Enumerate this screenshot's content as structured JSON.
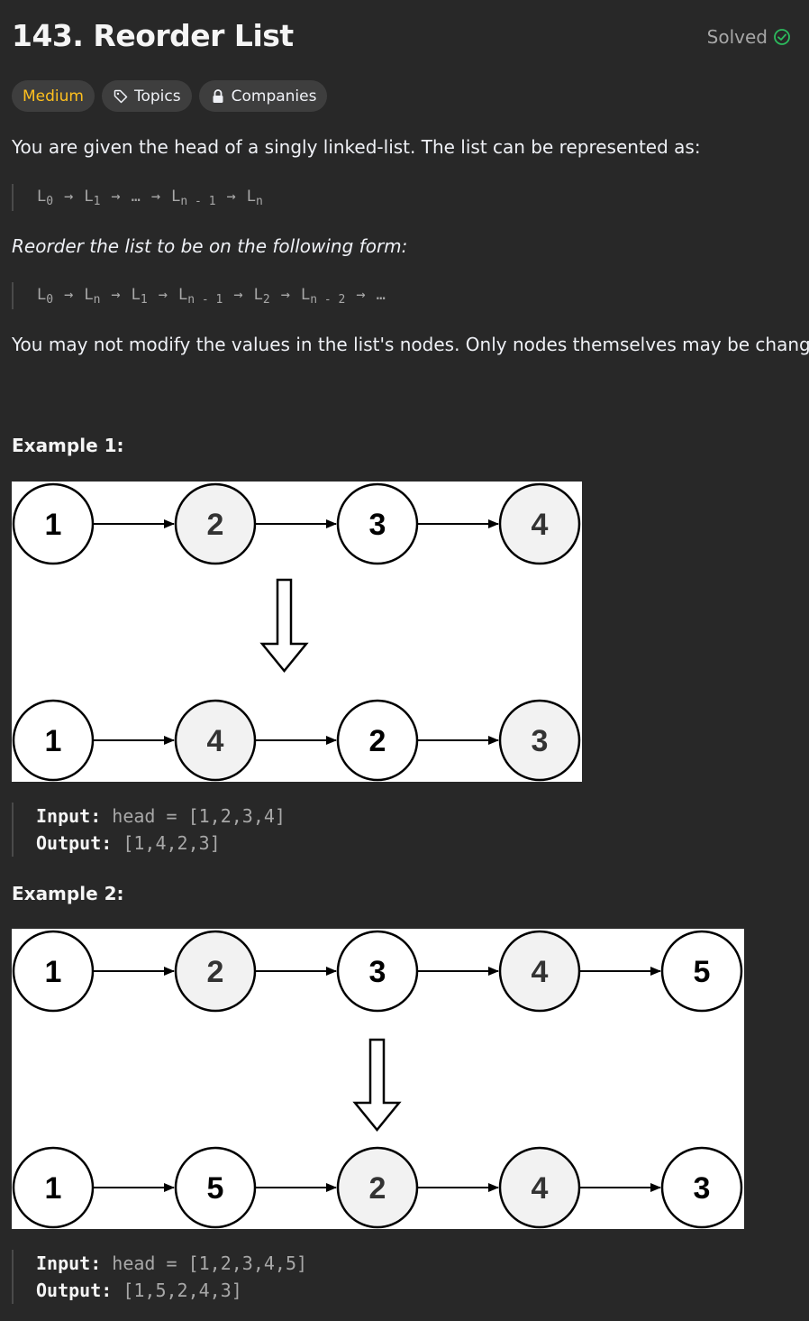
{
  "problem": {
    "title": "143. Reorder List",
    "status": "Solved",
    "difficulty": "Medium",
    "topics_label": "Topics",
    "companies_label": "Companies"
  },
  "description": {
    "intro": "You are given the head of a singly linked-list. The list can be represented as:",
    "form1": [
      "L",
      "0",
      "→",
      "L",
      "1",
      "→",
      "…",
      "→",
      "L",
      "n - 1",
      "→",
      "L",
      "n"
    ],
    "reorder_text": "Reorder the list to be on the following form:",
    "note": "You may not modify the values in the list's nodes. Only nodes themselves may be changed."
  },
  "examples": [
    {
      "title": "Example 1:",
      "top_nodes": [
        "1",
        "2",
        "3",
        "4"
      ],
      "bottom_nodes": [
        "1",
        "4",
        "2",
        "3"
      ],
      "input_label": "Input:",
      "input_value": "head = [1,2,3,4]",
      "output_label": "Output:",
      "output_value": "[1,4,2,3]"
    },
    {
      "title": "Example 2:",
      "top_nodes": [
        "1",
        "2",
        "3",
        "4",
        "5"
      ],
      "bottom_nodes": [
        "1",
        "5",
        "2",
        "4",
        "3"
      ],
      "input_label": "Input:",
      "input_value": "head = [1,2,3,4,5]",
      "output_label": "Output:",
      "output_value": "[1,5,2,4,3]"
    }
  ],
  "colors": {
    "background": "#282828",
    "medium": "#ffc01e",
    "solved_check": "#2cbb5d",
    "node_gray": "#f2f2f2"
  }
}
